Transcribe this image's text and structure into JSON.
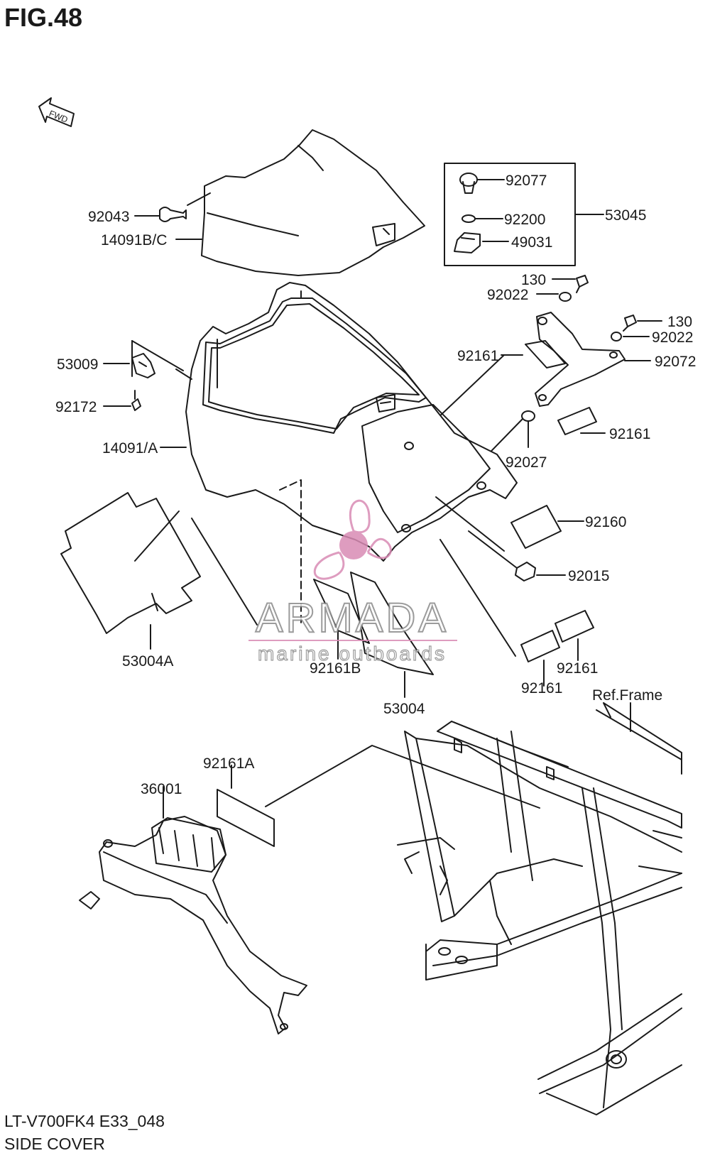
{
  "figure": {
    "title": "FIG.48",
    "model_code": "LT-V700FK4 E33_048",
    "section_name": "SIDE COVER",
    "direction_marker": "FWD",
    "ref_frame_label": "Ref.Frame"
  },
  "parts": [
    {
      "id": "p-92077",
      "label": "92077"
    },
    {
      "id": "p-92200",
      "label": "92200"
    },
    {
      "id": "p-49031",
      "label": "49031"
    },
    {
      "id": "p-53045",
      "label": "53045"
    },
    {
      "id": "p-92043",
      "label": "92043"
    },
    {
      "id": "p-14091bc",
      "label": "14091B/C"
    },
    {
      "id": "p-130a",
      "label": "130"
    },
    {
      "id": "p-92022a",
      "label": "92022"
    },
    {
      "id": "p-130b",
      "label": "130"
    },
    {
      "id": "p-92022b",
      "label": "92022"
    },
    {
      "id": "p-92161a",
      "label": "92161"
    },
    {
      "id": "p-92072",
      "label": "92072"
    },
    {
      "id": "p-53009",
      "label": "53009"
    },
    {
      "id": "p-92172",
      "label": "92172"
    },
    {
      "id": "p-92161b",
      "label": "92161"
    },
    {
      "id": "p-14091a",
      "label": "14091/A"
    },
    {
      "id": "p-92027",
      "label": "92027"
    },
    {
      "id": "p-92160",
      "label": "92160"
    },
    {
      "id": "p-92015",
      "label": "92015"
    },
    {
      "id": "p-53004a",
      "label": "53004A"
    },
    {
      "id": "p-92161B",
      "label": "92161B"
    },
    {
      "id": "p-92161c",
      "label": "92161"
    },
    {
      "id": "p-92161d",
      "label": "92161"
    },
    {
      "id": "p-53004",
      "label": "53004"
    },
    {
      "id": "p-92161A",
      "label": "92161A"
    },
    {
      "id": "p-36001",
      "label": "36001"
    }
  ],
  "watermark": {
    "brand": "ARMADA",
    "tagline": "marine outboards",
    "color": "#d98bb5"
  },
  "colors": {
    "line": "#1a1a1a",
    "background": "#ffffff"
  }
}
